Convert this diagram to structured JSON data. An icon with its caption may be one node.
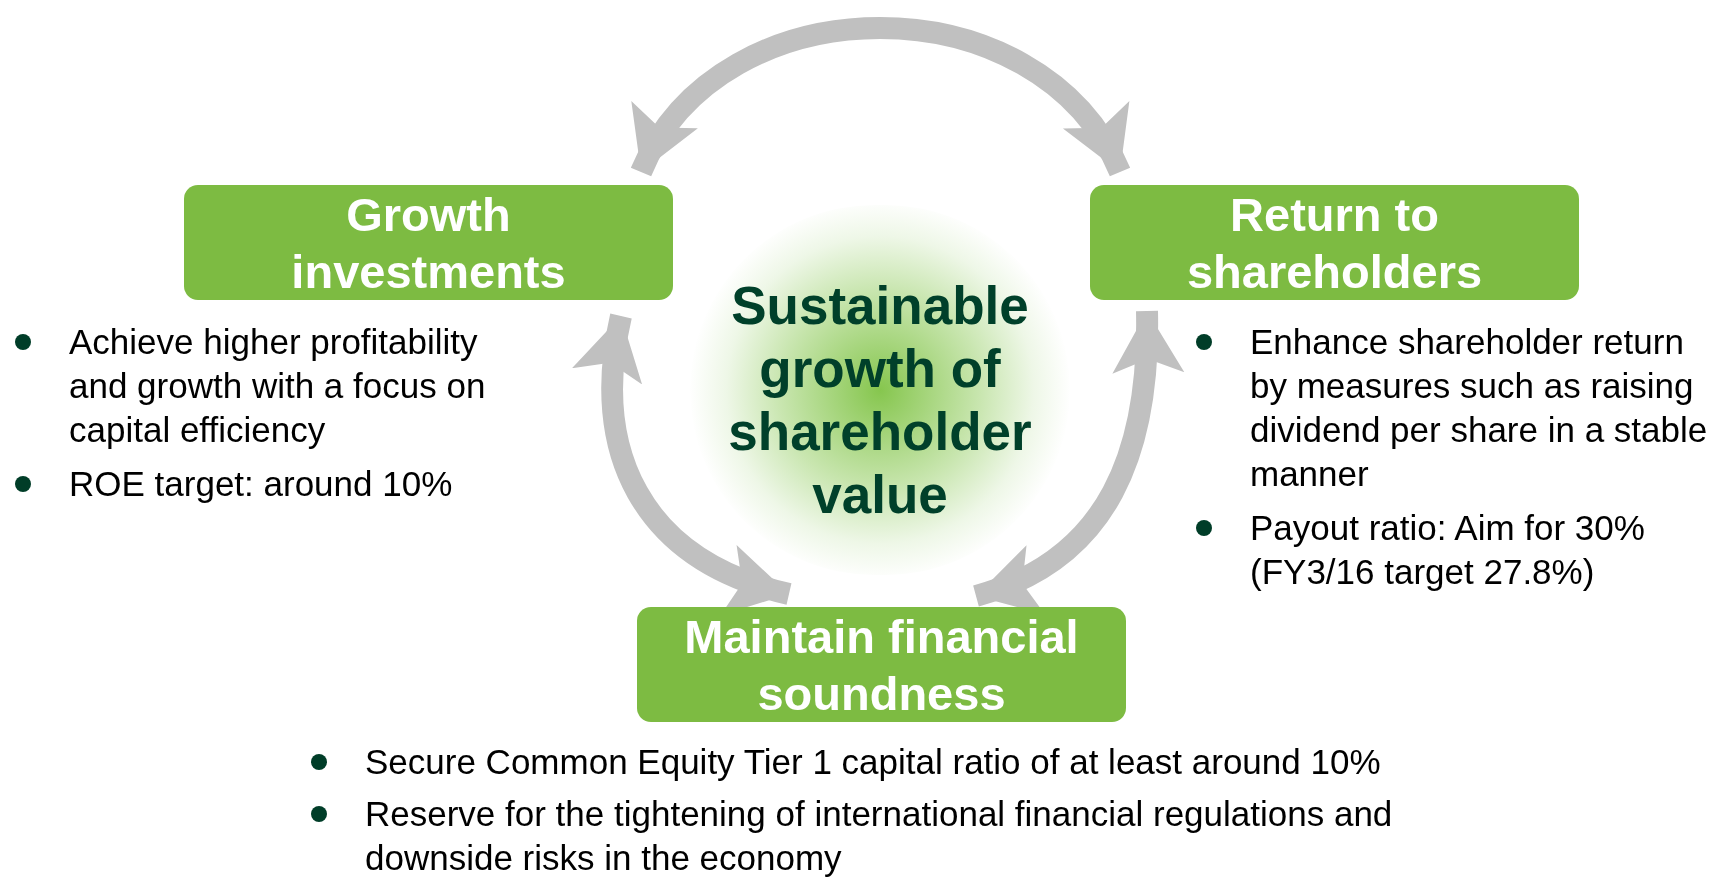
{
  "diagram": {
    "nodes": [
      {
        "text": [
          "Growth investments"
        ],
        "beside": [
          "Achieve higher profitability and growth with a focus on capital efficiency",
          "ROE target: around 10%"
        ]
      },
      {
        "text": [
          "Return to shareholders"
        ],
        "beside": [
          "Enhance shareholder return by measures such as raising dividend per share in a stable manner",
          "Payout ratio: Aim for 30% (FY3/16 target 27.8%)"
        ]
      },
      {
        "text": [
          "Sustainable growth of shareholder value"
        ]
      },
      {
        "text": [
          "Maintain financial soundness"
        ],
        "beside": [
          "Secure Common Equity Tier 1 capital ratio of at least around 10%",
          "Reserve for the tightening of international financial regulations and downside risks in the economy"
        ]
      }
    ],
    "edges": [
      {
        "from": 0,
        "to": 1,
        "arrow": "both"
      },
      {
        "from": 0,
        "to": 3,
        "arrow": "both"
      },
      {
        "from": 1,
        "to": 3,
        "arrow": "both"
      }
    ]
  }
}
